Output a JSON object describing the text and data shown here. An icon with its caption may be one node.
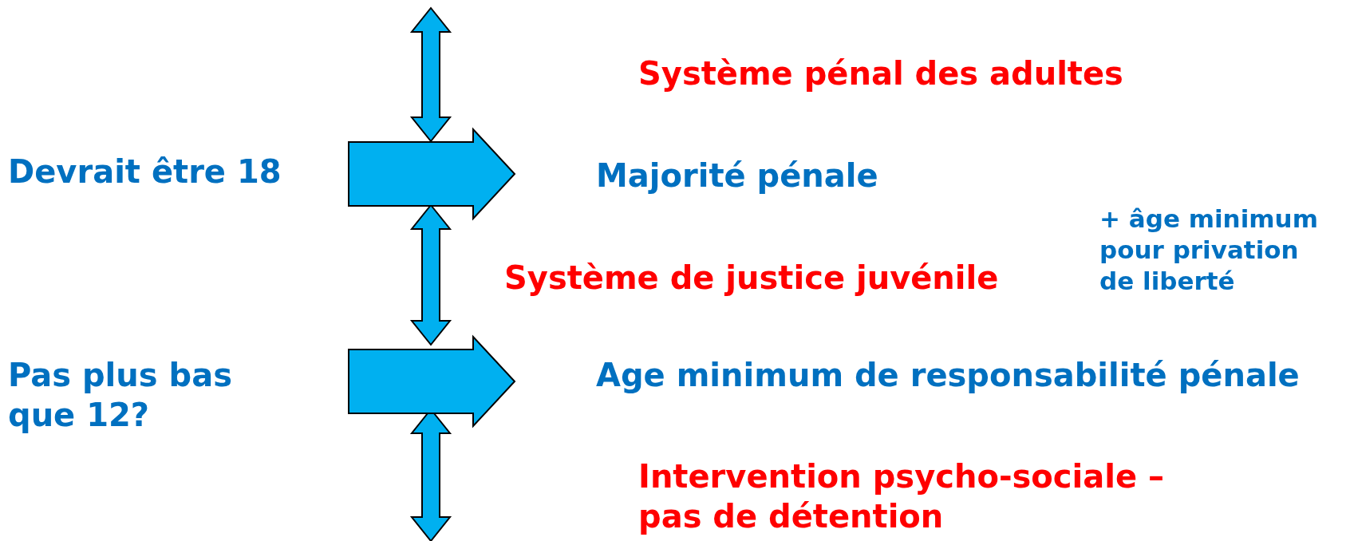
{
  "diagram": {
    "nodes": [
      {
        "text": [
          "Devrait être 18"
        ]
      },
      {
        "text": [
          "Majorité pénale"
        ]
      },
      {
        "text": [
          "Pas plus bas que 12?"
        ]
      },
      {
        "text": [
          "Age minimum de responsabilité pénale"
        ]
      }
    ],
    "edges": [
      {
        "from": 0,
        "to": 1,
        "arrow": "to"
      },
      {
        "from": 2,
        "to": 3,
        "arrow": "to"
      }
    ],
    "labels": [
      "Système pénal des adultes",
      "+ âge minimum pour privation de liberté",
      "Système de justice juvénile",
      "Intervention psycho-sociale – pas de détention"
    ]
  }
}
